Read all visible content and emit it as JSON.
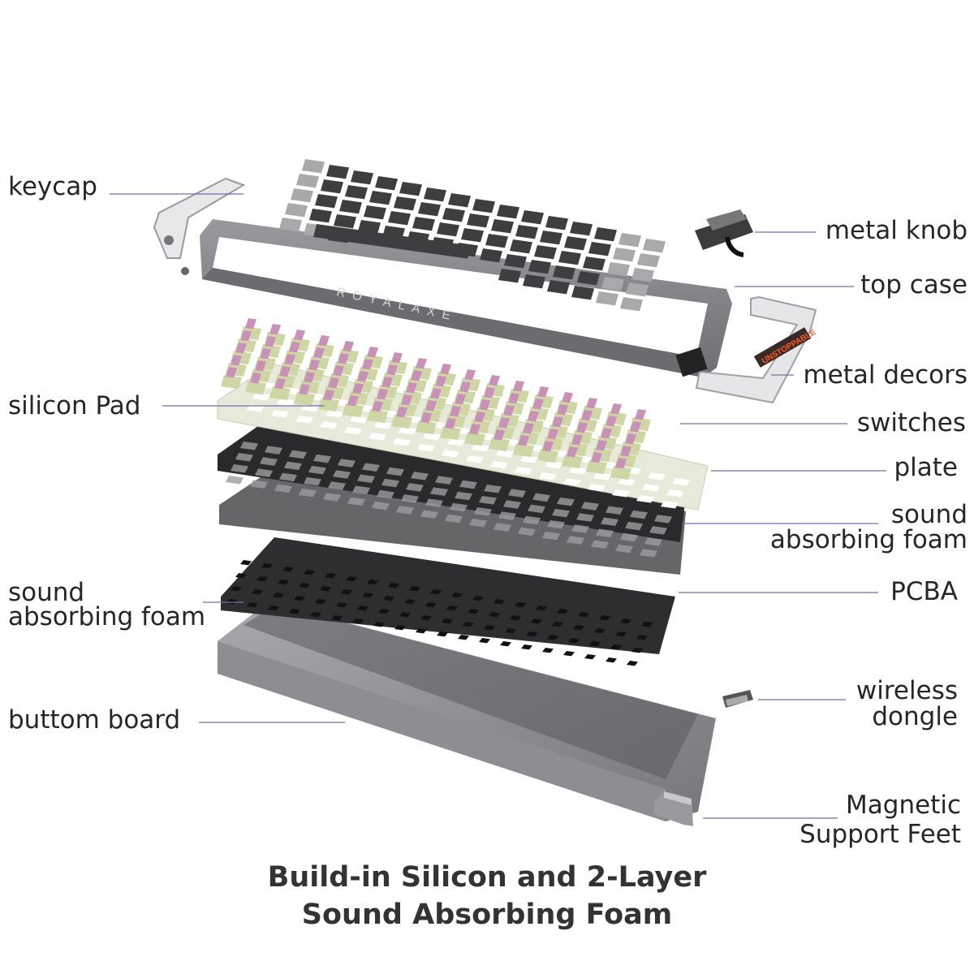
{
  "labels": {
    "keycap": "keycap",
    "silicon_pad": "silicon Pad",
    "sound_foam_left_1": "sound",
    "sound_foam_left_2": "absorbing foam",
    "bottom_board": "buttom board",
    "metal_knob": "metal knob",
    "top_case": "top case",
    "metal_decors": "metal decors",
    "switches": "switches",
    "plate": "plate",
    "sound_foam_right_1": "sound",
    "sound_foam_right_2": "absorbing foam",
    "pcba": "PCBA",
    "wireless_dongle_1": "wireless",
    "wireless_dongle_2": "dongle",
    "support_feet_1": "Magnetic",
    "support_feet_2": "Support Feet"
  },
  "product_marks": {
    "brand": "ROYALAXE",
    "decor_text": "UNSTOPPABLE"
  },
  "caption": {
    "line1": "Build-in Silicon and 2-Layer",
    "line2": "Sound Absorbing Foam"
  },
  "colors": {
    "keycap_dark": "#3e3e40",
    "keycap_light": "#a9a9ab",
    "case": "#8a8a8e",
    "plate": "#e7ead8",
    "foam": "#4a4a4c",
    "switch_stem": "#c991b5",
    "leader_line": "#6f6fb0"
  }
}
